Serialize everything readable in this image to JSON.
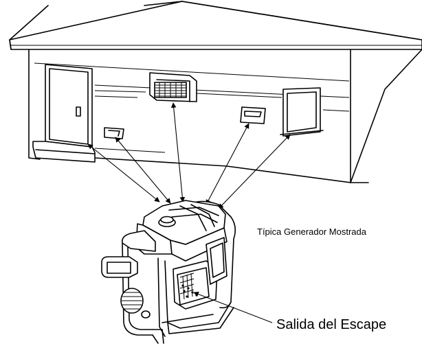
{
  "labels": {
    "typical_generator": "Típica Generador Mostrada",
    "exhaust_outlet": "Salida del Escape"
  },
  "colors": {
    "line": "#000000",
    "background": "#ffffff"
  },
  "elements": {
    "house": "house-drawing",
    "generator": "portable-generator-drawing",
    "openings": [
      "door",
      "wall-vent",
      "window-ac-unit",
      "dryer-vent",
      "window"
    ]
  }
}
